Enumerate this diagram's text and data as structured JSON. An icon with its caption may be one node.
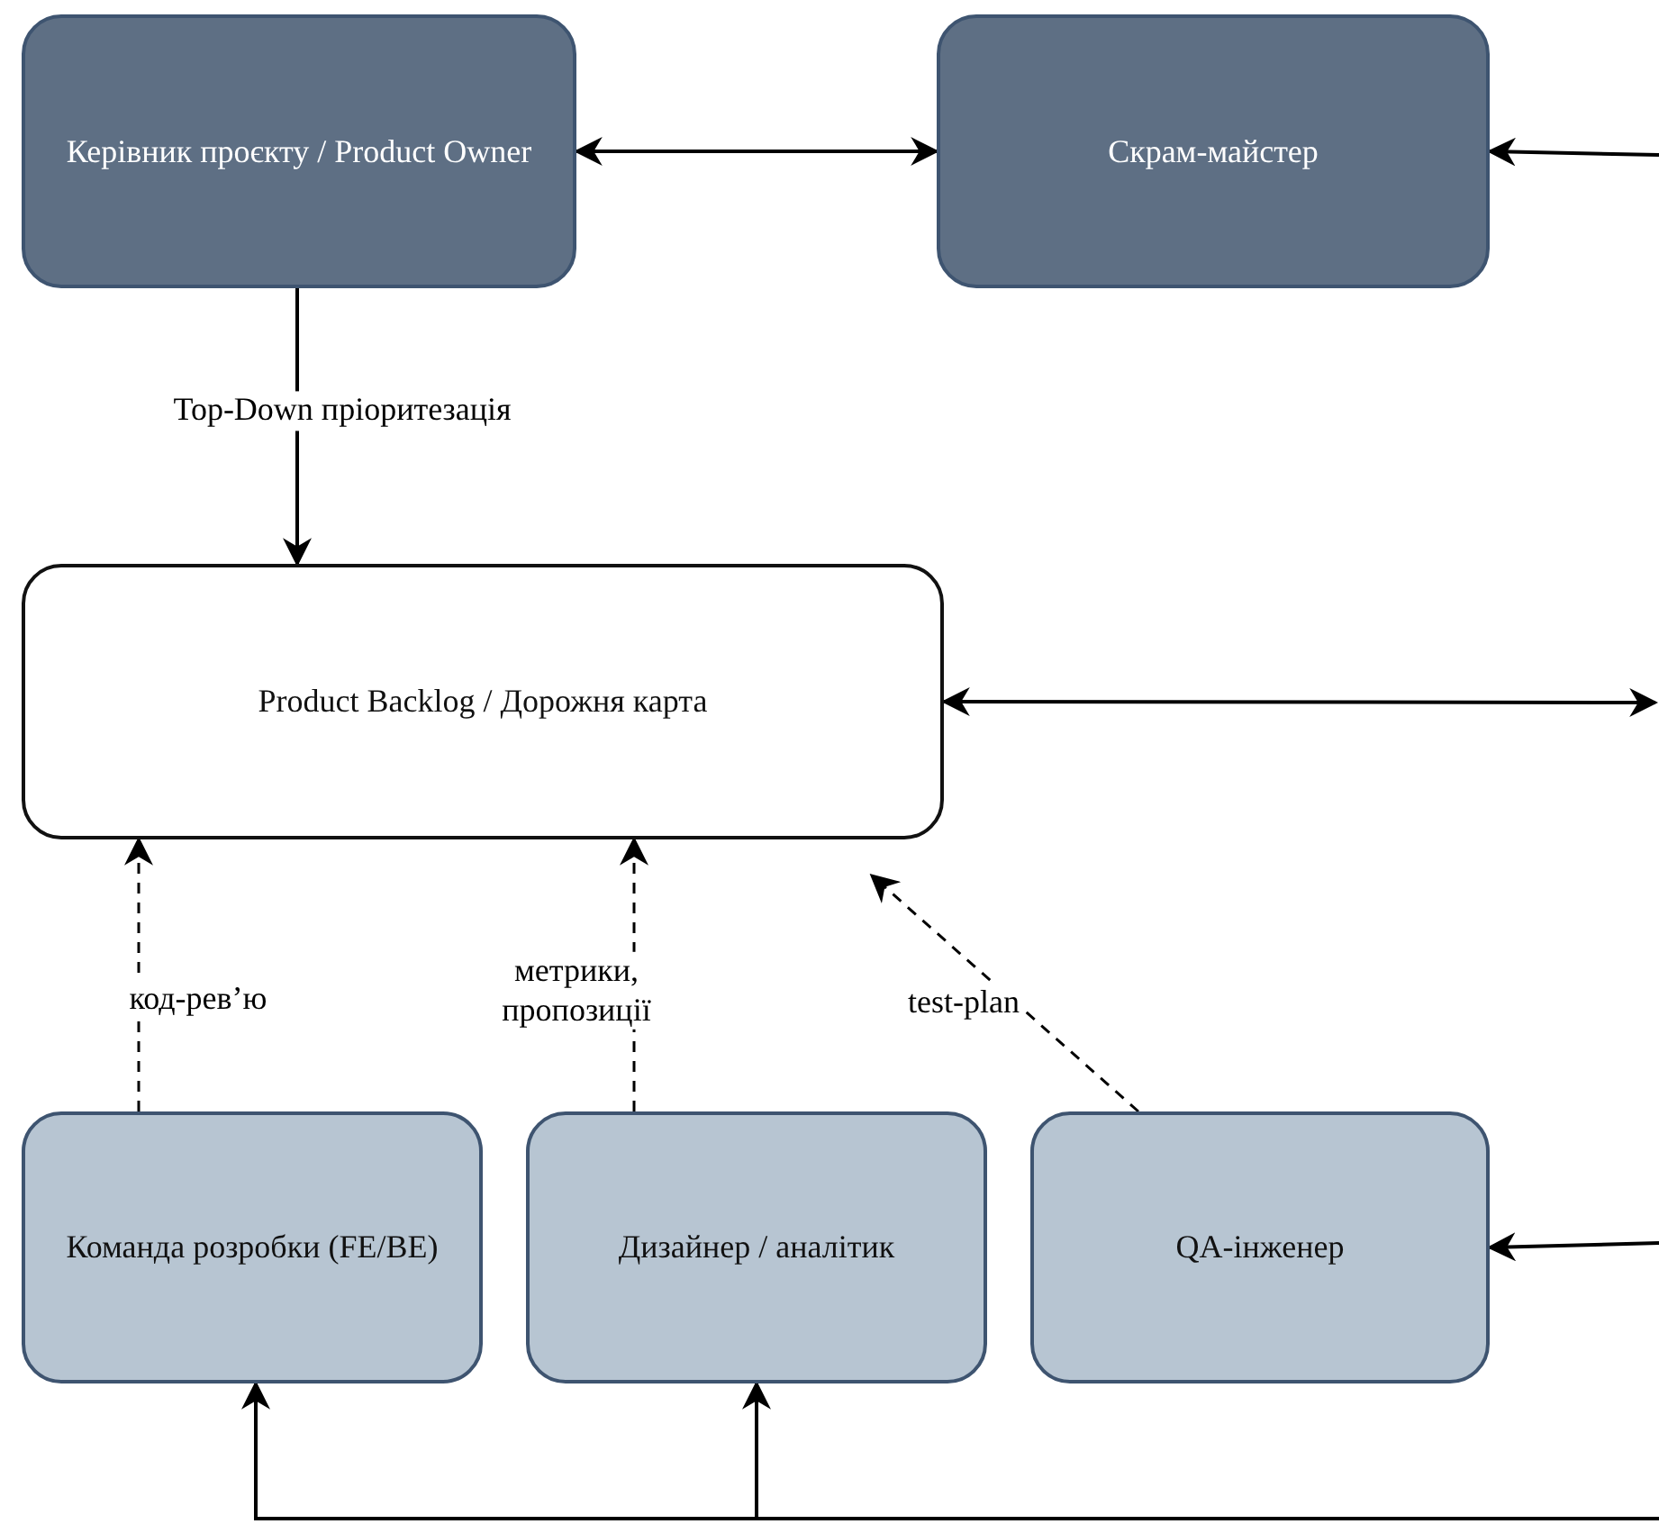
{
  "diagram": {
    "nodes": [
      {
        "text": [
          "Керівник проєкту / Product Owner"
        ]
      },
      {
        "text": [
          "Скрам-майстер"
        ]
      },
      {
        "text": [
          "Product Backlog / Дорожня карта"
        ]
      },
      {
        "text": [
          "Команда розробки (FE/BE)"
        ]
      },
      {
        "text": [
          "Дизайнер / аналітик"
        ]
      },
      {
        "text": [
          "QA-інженер"
        ]
      }
    ],
    "edges": [
      {
        "from": 0,
        "to": 1,
        "arrow": "both"
      },
      {
        "from": null,
        "to": 1,
        "arrow": "to"
      },
      {
        "from": 0,
        "to": 2,
        "arrow": "to",
        "label": "Top-Down пріоритезація"
      },
      {
        "from": 2,
        "to": null,
        "arrow": "both"
      },
      {
        "from": 3,
        "to": 2,
        "arrow": "to",
        "label": "код-рев’ю",
        "style": "dashed"
      },
      {
        "from": 4,
        "to": 2,
        "arrow": "to",
        "label": "метрики, пропозиції",
        "style": "dashed"
      },
      {
        "from": 5,
        "to": 2,
        "arrow": "to",
        "label": "test-plan",
        "style": "dashed"
      },
      {
        "from": null,
        "to": 5,
        "arrow": "to"
      },
      {
        "from": null,
        "to": 3,
        "arrow": "to"
      },
      {
        "from": null,
        "to": 4,
        "arrow": "to"
      }
    ]
  }
}
